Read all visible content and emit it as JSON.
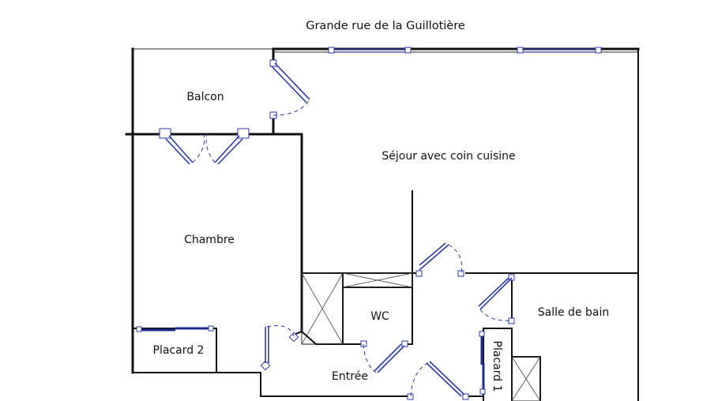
{
  "street": "Grande rue de la Guillotière",
  "rooms": {
    "balcon": "Balcon",
    "sejour": "Séjour avec coin cuisine",
    "chambre": "Chambre",
    "wc": "WC",
    "salle_de_bain": "Salle de bain",
    "placard2": "Placard 2",
    "placard1": "Placard 1",
    "entree": "Entrée"
  },
  "colors": {
    "wall": "#111111",
    "door": "#2a3aa8",
    "background": "#ffffff"
  }
}
